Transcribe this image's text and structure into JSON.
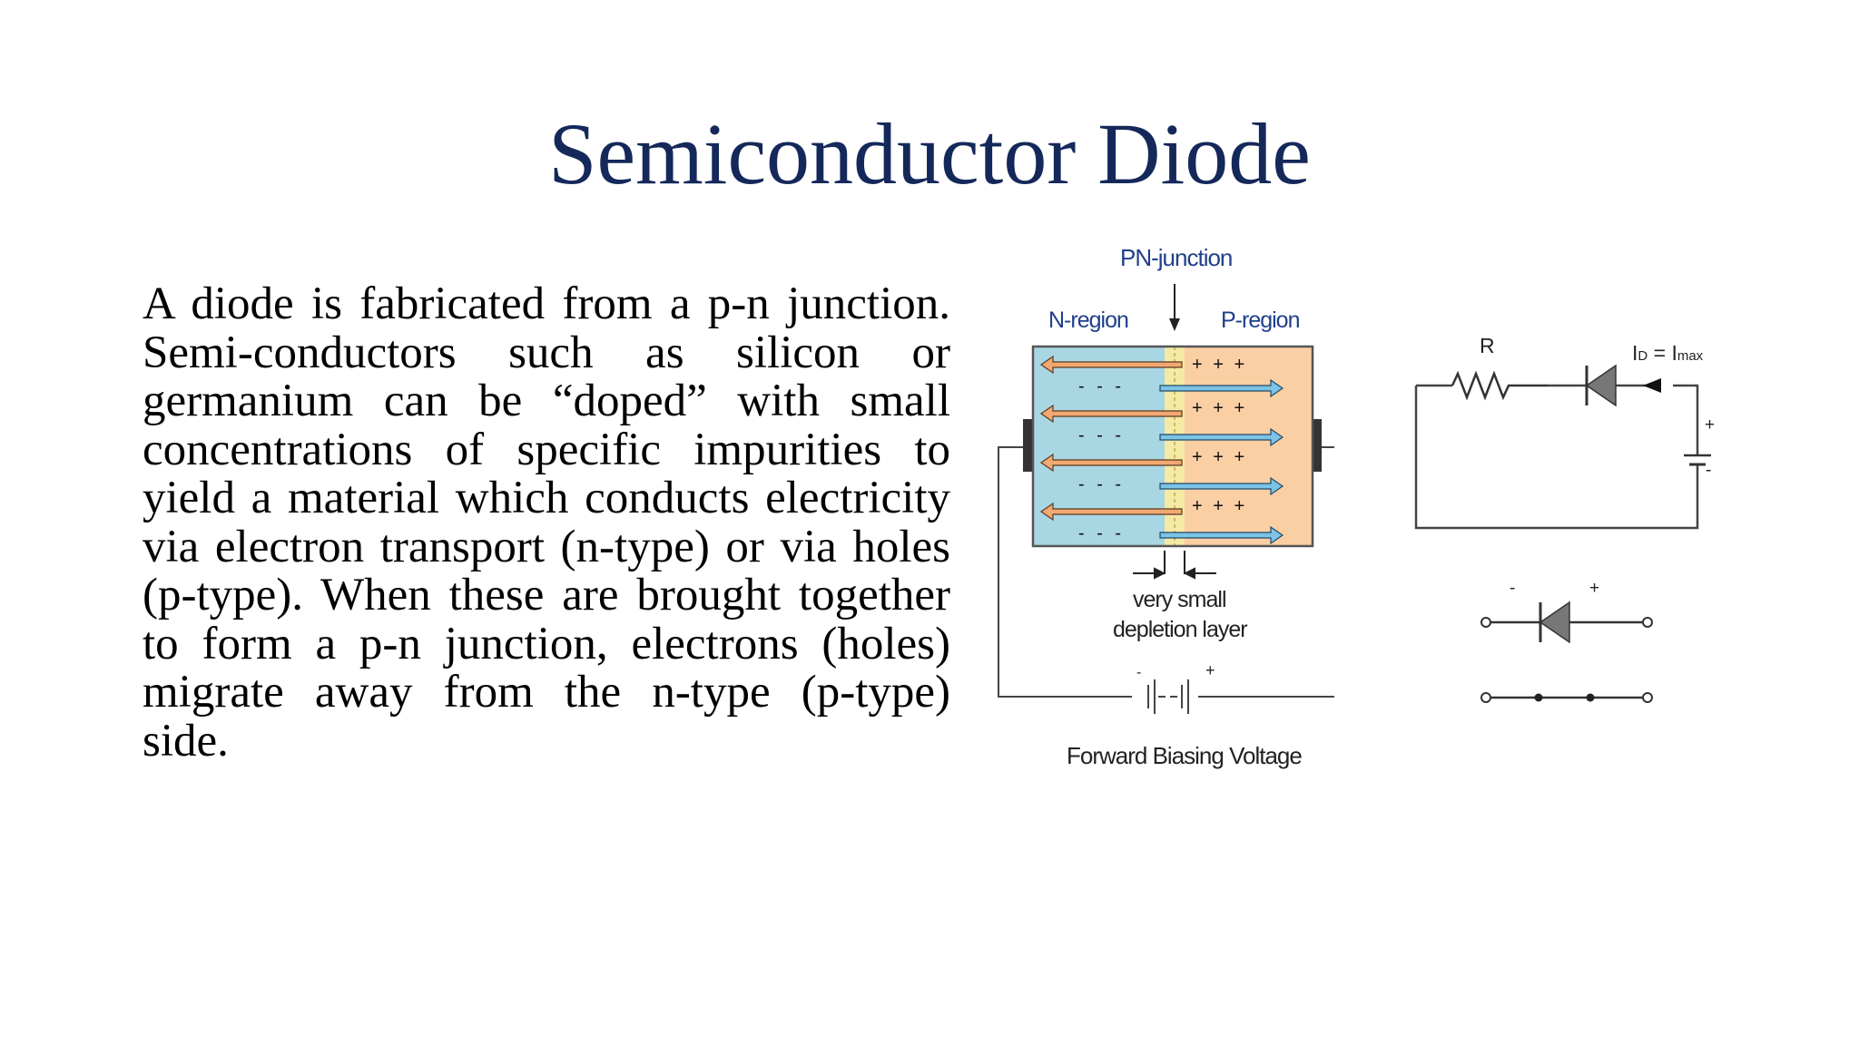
{
  "slide": {
    "title": "Semiconductor Diode",
    "body": "A diode is fabricated from a p-n junction. Semi-conductors such as silicon or germanium can be “doped” with small concentrations of specific impurities to yield a material which conducts electricity via electron transport (n-type) or via holes (p-type). When these are brought together to form a p-n junction, electrons (holes) migrate away from the n-type (p-type) side."
  },
  "junction_figure": {
    "pn_junction_label": "PN-junction",
    "n_region_label": "N-region",
    "p_region_label": "P-region",
    "depletion_label_line1": "very small",
    "depletion_label_line2": "depletion layer",
    "battery_minus": "-",
    "battery_plus": "+",
    "caption": "Forward Biasing Voltage",
    "n_charge_row": "- - -",
    "p_charge_row": "+ + +",
    "colors": {
      "n_region": "#a9d6e3",
      "p_region": "#fbcfa4",
      "depletion": "#f5e9a6",
      "label_blue": "#1f3f8a"
    }
  },
  "circuit_figure": {
    "resistor_label": "R",
    "current_label_main": "I",
    "current_label_sub1": "D",
    "current_label_eq": " = I",
    "current_label_sub2": "max",
    "battery_plus": "+",
    "battery_minus": "-",
    "diode_minus": "-",
    "diode_plus": "+"
  }
}
